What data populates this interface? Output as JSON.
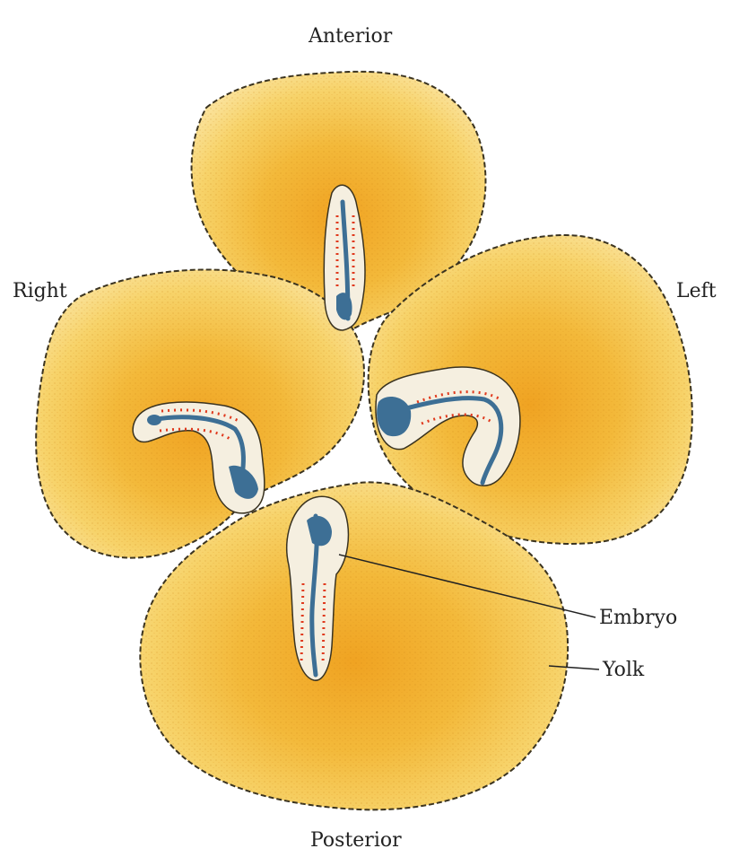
{
  "labels": {
    "anterior": "Anterior",
    "right": "Right",
    "left": "Left",
    "posterior": "Posterior",
    "embryo": "Embryo",
    "yolk": "Yolk"
  },
  "colors": {
    "yolk_light": "#f7dc7a",
    "yolk_mid": "#f2b731",
    "yolk_deep": "#e9951a",
    "outline": "#3a3320",
    "embryo_body": "#f5efe0",
    "neural_tube": "#3d6f95",
    "somites": "#e03a1e"
  }
}
